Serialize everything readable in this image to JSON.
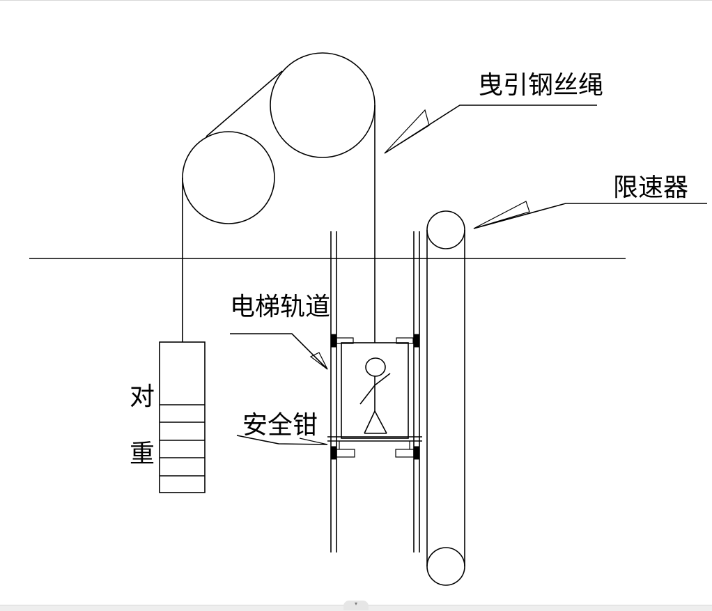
{
  "labels": {
    "traction_rope": "曳引钢丝绳",
    "speed_governor": "限速器",
    "guide_rail": "电梯轨道",
    "safety_gear": "安全钳",
    "counterweight_1": "对",
    "counterweight_2": "重"
  },
  "icons": {
    "bottom_tab": "▾"
  },
  "colors": {
    "line": "#000000",
    "background": "#ffffff"
  }
}
